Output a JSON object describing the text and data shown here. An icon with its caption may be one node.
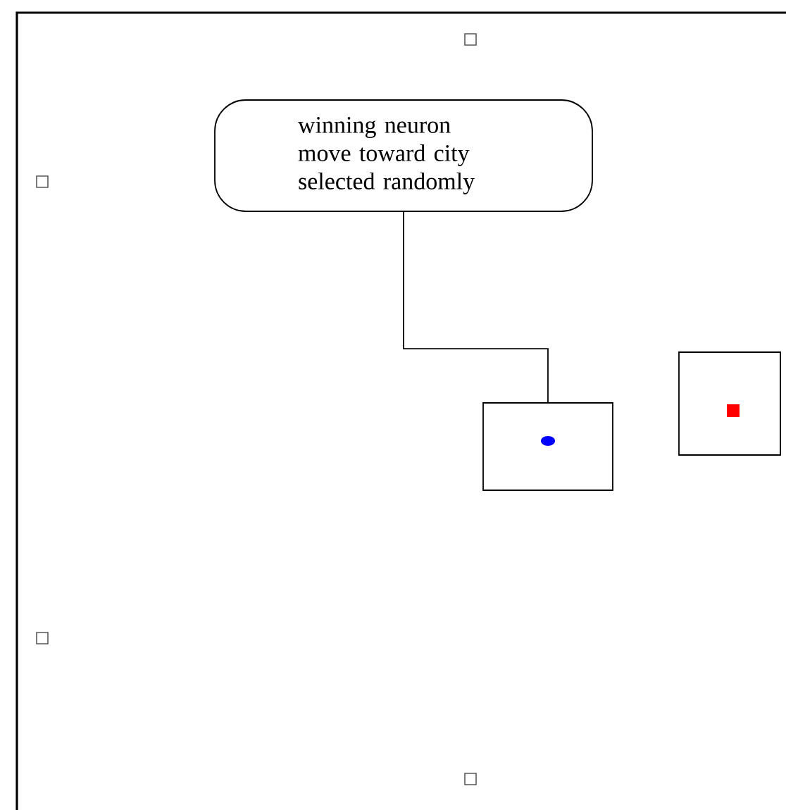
{
  "diagram": {
    "nodes": [
      {
        "text": [
          "winning neuron move toward city selected randomly"
        ]
      },
      {
        "text": [],
        "shape": "box"
      },
      {
        "text": [],
        "shape": "box"
      }
    ],
    "edges": [
      {
        "from": 0,
        "to": 1,
        "arrow": "none"
      }
    ]
  }
}
